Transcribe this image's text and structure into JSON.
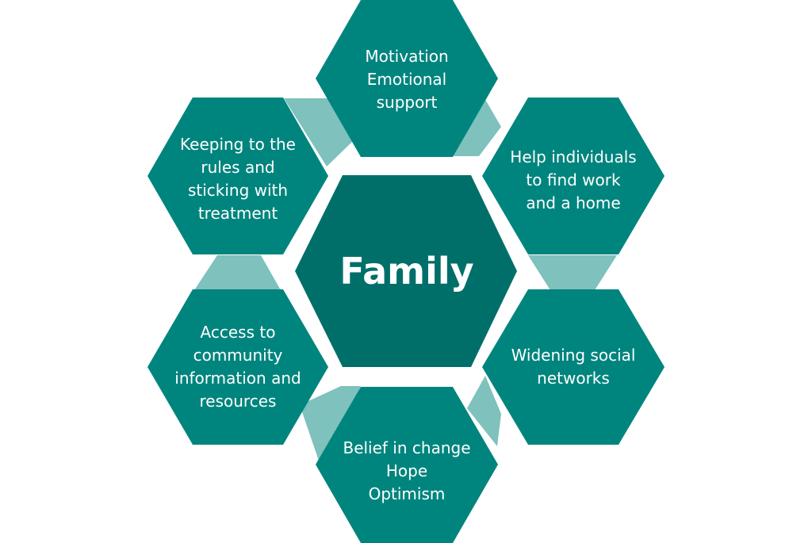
{
  "colors": {
    "hex_fill": "#00857e",
    "center_fill": "#006f6a",
    "connector_fill": "#7ec1bd",
    "text": "#ffffff",
    "background": "#ffffff"
  },
  "center": {
    "label": "Family"
  },
  "nodes": [
    {
      "id": "top",
      "label": "Motivation\nEmotional\nsupport"
    },
    {
      "id": "upper-right",
      "label": "Help individuals\nto find work\nand a home"
    },
    {
      "id": "lower-right",
      "label": "Widening social\nnetworks"
    },
    {
      "id": "bottom",
      "label": "Belief in change\nHope\nOptimism"
    },
    {
      "id": "lower-left",
      "label": "Access to\ncommunity\ninformation and\nresources"
    },
    {
      "id": "upper-left",
      "label": "Keeping to the\nrules and\nsticking with\ntreatment"
    }
  ]
}
